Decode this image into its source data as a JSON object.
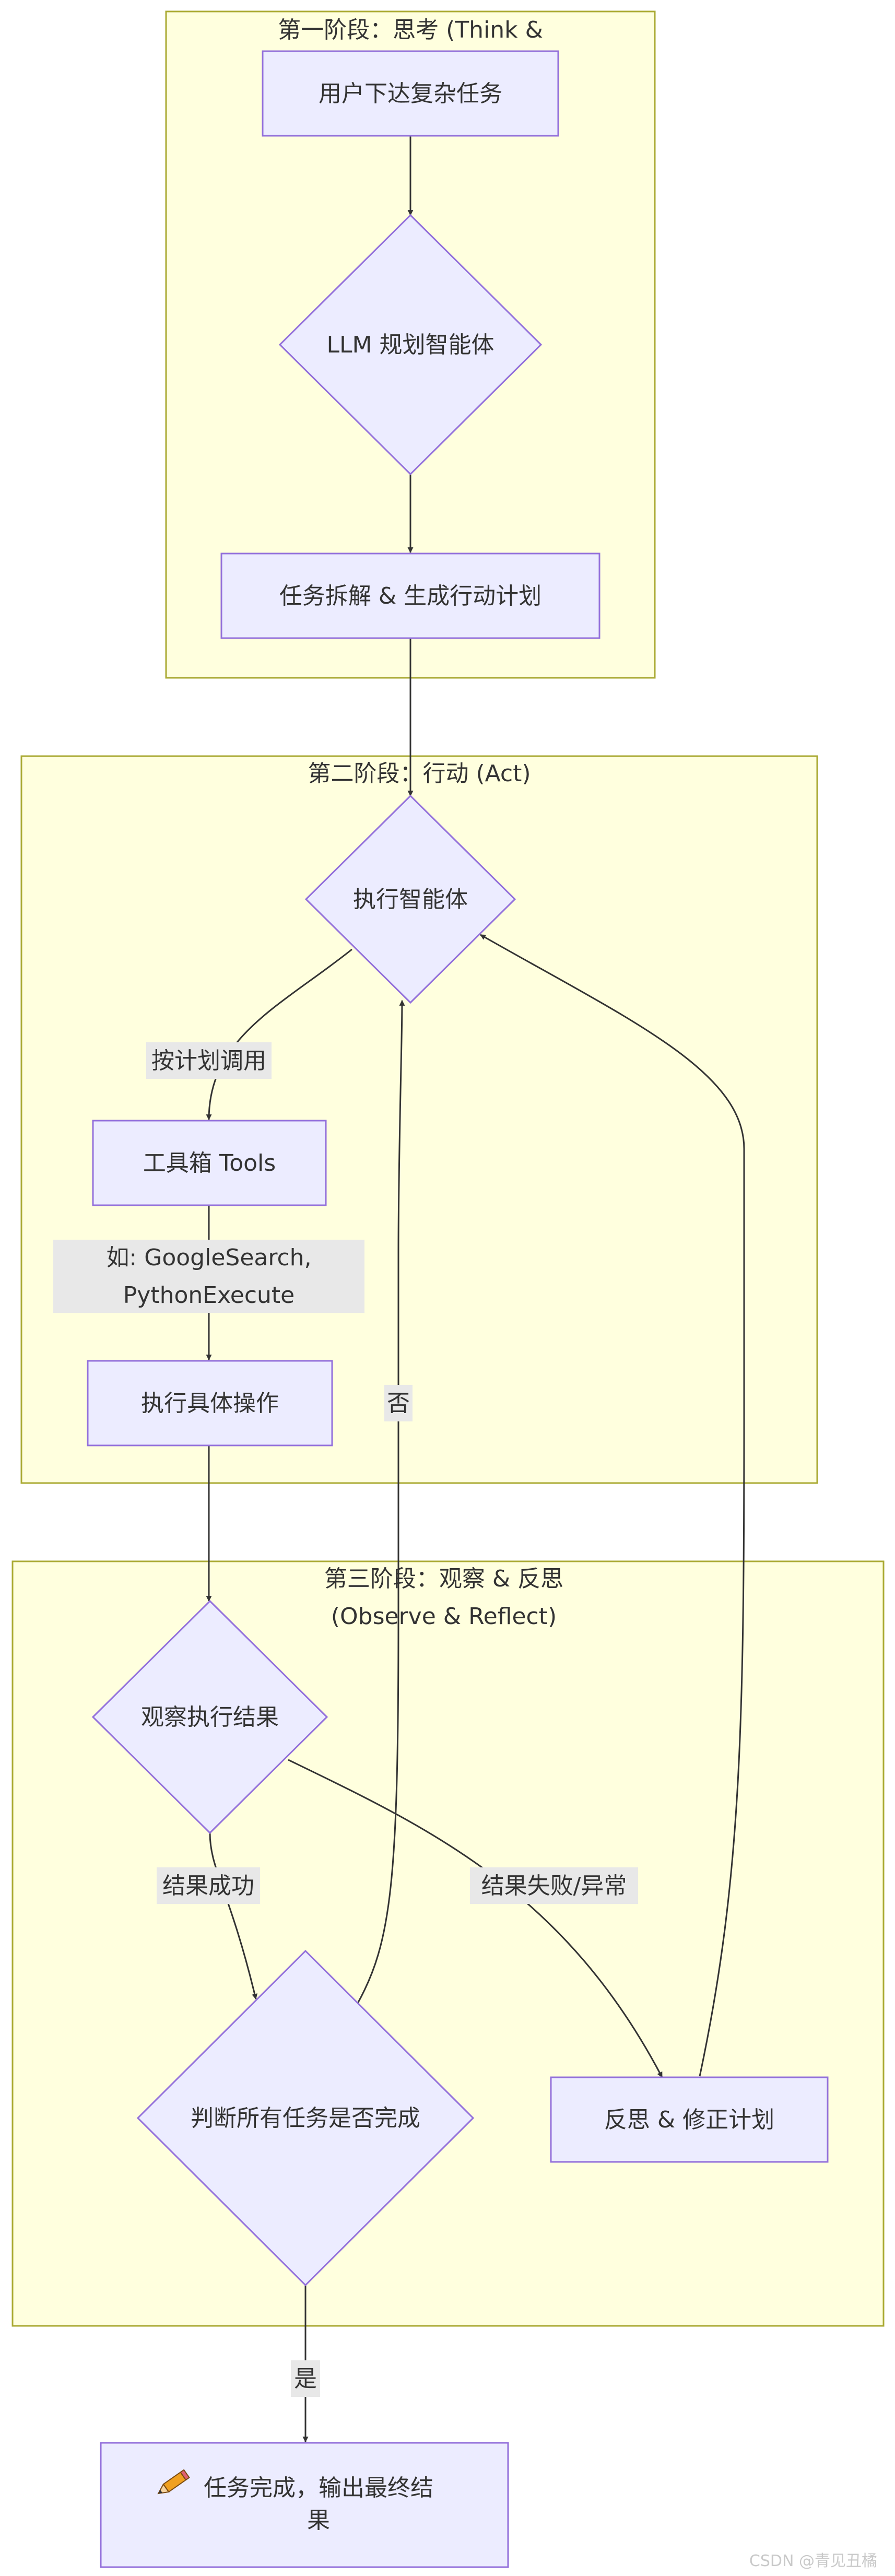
{
  "colors": {
    "cluster_fill": "#ffffde",
    "cluster_stroke": "#aaaa33",
    "node_fill": "#ececff",
    "node_stroke": "#9370db",
    "edge": "#333333",
    "edge_label_bg": "#e8e8e8",
    "text": "#333333"
  },
  "clusters": {
    "think": {
      "title": [
        "第一阶段：思考 (Think &"
      ]
    },
    "act": {
      "title": [
        "第二阶段：行动 (Act)"
      ]
    },
    "observe": {
      "title": [
        "第三阶段：观察 & 反思",
        "(Observe & Reflect)"
      ]
    }
  },
  "nodes": {
    "user_task": {
      "shape": "rect",
      "lines": [
        "用户下达复杂任务"
      ]
    },
    "llm_plan": {
      "shape": "diamond",
      "lines": [
        "LLM 规划智能体"
      ]
    },
    "decompose": {
      "shape": "rect",
      "lines": [
        "任务拆解 & 生成行动计划"
      ]
    },
    "exec_agent": {
      "shape": "diamond",
      "lines": [
        "执行智能体"
      ]
    },
    "toolbox": {
      "shape": "rect",
      "lines": [
        "工具箱 Tools"
      ]
    },
    "exec_op": {
      "shape": "rect",
      "lines": [
        "执行具体操作"
      ]
    },
    "observe": {
      "shape": "diamond",
      "lines": [
        "观察执行结果"
      ]
    },
    "judge": {
      "shape": "diamond",
      "lines": [
        "判断所有任务是否完成"
      ]
    },
    "reflect": {
      "shape": "rect",
      "lines": [
        "反思 & 修正计划"
      ]
    },
    "done": {
      "shape": "rect",
      "icon": "pencil-icon",
      "lines": [
        "任务完成，输出最终结",
        "果"
      ]
    }
  },
  "edges": {
    "user_to_llm": {
      "label": []
    },
    "llm_to_decompose": {
      "label": []
    },
    "decompose_to_exec": {
      "label": []
    },
    "exec_to_toolbox": {
      "label": [
        "按计划调用"
      ]
    },
    "toolbox_to_op": {
      "label": [
        "如: GoogleSearch,",
        "PythonExecute"
      ]
    },
    "op_to_observe": {
      "label": []
    },
    "observe_to_judge": {
      "label": [
        "结果成功"
      ]
    },
    "observe_to_reflect": {
      "label": [
        "结果失败/异常"
      ]
    },
    "judge_to_exec": {
      "label": [
        "否"
      ]
    },
    "reflect_to_exec": {
      "label": []
    },
    "judge_to_done": {
      "label": [
        "是"
      ]
    }
  },
  "watermark": "CSDN @青见丑橘"
}
